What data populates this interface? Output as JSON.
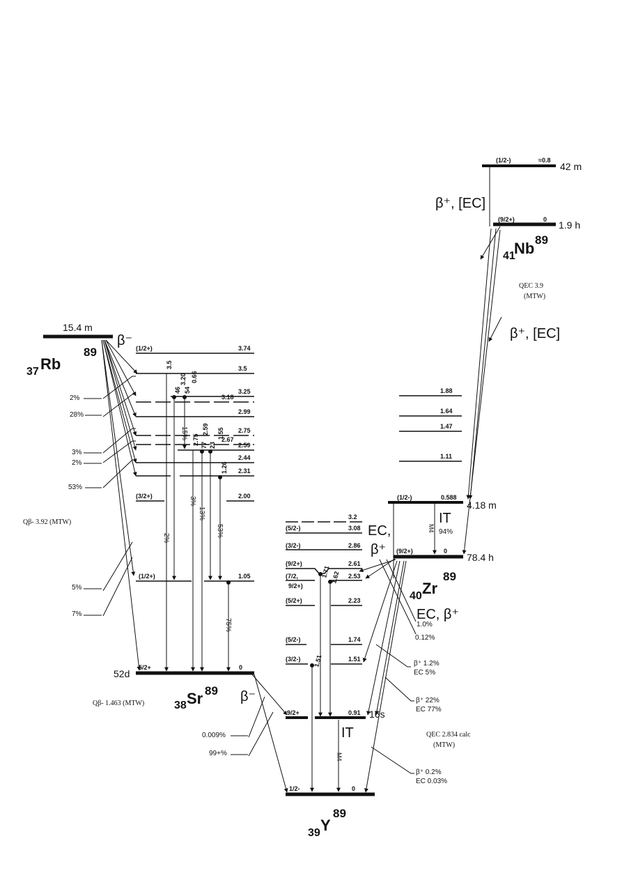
{
  "nuclides": {
    "rb": {
      "z": "37",
      "sym": "Rb",
      "a": "89",
      "half_life": "15.4 m",
      "decay": "β⁻",
      "q": "Qβ- 3.92 (MTW)"
    },
    "sr": {
      "z": "38",
      "sym": "Sr",
      "a": "89",
      "half_life": "52d",
      "decay": "β⁻",
      "q": "Qβ- 1.463 (MTW)",
      "gs_spin": "5/2+",
      "gs_energy": "0"
    },
    "y": {
      "z": "39",
      "sym": "Y",
      "a": "89",
      "gs_spin": "1/2-",
      "gs_energy": "0",
      "iso_spin": "9/2+",
      "iso_energy": "0.91",
      "iso_half": "16s",
      "it": "IT",
      "it_mult": "M4"
    },
    "zr": {
      "z": "40",
      "sym": "Zr",
      "a": "89",
      "half_life": "78.4 h",
      "gs_spin": "(9/2+)",
      "gs_energy": "0",
      "iso_spin": "(1/2-)",
      "iso_energy": "0.588",
      "iso_half": "4.18 m",
      "it": "IT",
      "it_mult": "M4",
      "it_pct": "94%",
      "ec_beta": "EC, β⁺",
      "ec_beta2": "EC,",
      "beta_plus": "β⁺",
      "q": "QEC 2.834 calc",
      "q2": "(MTW)"
    },
    "nb": {
      "z": "41",
      "sym": "Nb",
      "a": "89",
      "gs_half": "1.9 h",
      "gs_spin": "(9/2+)",
      "gs_energy": "0",
      "iso_half": "42 m",
      "iso_spin": "(1/2-)",
      "iso_energy": "≈0.8",
      "decay1": "β⁺, [EC]",
      "decay2": "β⁺, [EC]",
      "q": "QEC 3.9",
      "q2": "(MTW)"
    }
  },
  "sr_levels": [
    {
      "spin": "(1/2+)",
      "energy": "3.74"
    },
    {
      "spin": "",
      "energy": "3.5"
    },
    {
      "spin": "",
      "energy": "3.25"
    },
    {
      "spin": "",
      "energy": "3.18"
    },
    {
      "spin": "",
      "energy": "2.99"
    },
    {
      "spin": "",
      "energy": "2.75"
    },
    {
      "spin": "",
      "energy": "2.67"
    },
    {
      "spin": "",
      "energy": "2.59"
    },
    {
      "spin": "",
      "energy": "2.44"
    },
    {
      "spin": "",
      "energy": "2.31"
    },
    {
      "spin": "(3/2+)",
      "energy": "2.00"
    },
    {
      "spin": "(1/2+)",
      "energy": "1.05"
    }
  ],
  "rb_feed_pcts": [
    "2%",
    "28%",
    "3%",
    "2%",
    "53%",
    "5%",
    "7%"
  ],
  "sr_gamma": {
    "g35": "3.5",
    "g320": "3.20",
    "g246": "46",
    "g254": "54",
    "g066": "0.66",
    "g275": "2.75",
    "g259": "2.59",
    "g155": "1.55",
    "g77": "77",
    "g23": "23",
    "g126": "1.26",
    "p15": "15%",
    "p3": "3%",
    "p13": "13%",
    "p53": "53%",
    "p2": "2%",
    "p75": "75%"
  },
  "sr_beta_pcts": [
    "0.009%",
    "99+%"
  ],
  "y_levels": [
    {
      "spin": "",
      "energy": "3.2"
    },
    {
      "spin": "(5/2-)",
      "energy": "3.08"
    },
    {
      "spin": "(3/2-)",
      "energy": "2.86"
    },
    {
      "spin": "(9/2+)",
      "energy": "2.61"
    },
    {
      "spin": "(7/2,",
      "energy": "2.53"
    },
    {
      "spin": "9/2+)",
      "energy": ""
    },
    {
      "spin": "(5/2+)",
      "energy": "2.23"
    },
    {
      "spin": "(5/2-)",
      "energy": "1.74"
    },
    {
      "spin": "(3/2-)",
      "energy": "1.51"
    }
  ],
  "y_gamma": {
    "g171": "1.71",
    "g162": "1.62",
    "g151": "1.51"
  },
  "zr_branches": [
    "1.0%",
    "0.12%",
    "β⁺ 1.2%",
    "EC 5%",
    "β⁺ 22%",
    "EC 77%",
    "β⁺ 0.2%",
    "EC 0.03%"
  ],
  "zr_upper_levels": [
    "1.88",
    "1.64",
    "1.47",
    "1.11"
  ]
}
